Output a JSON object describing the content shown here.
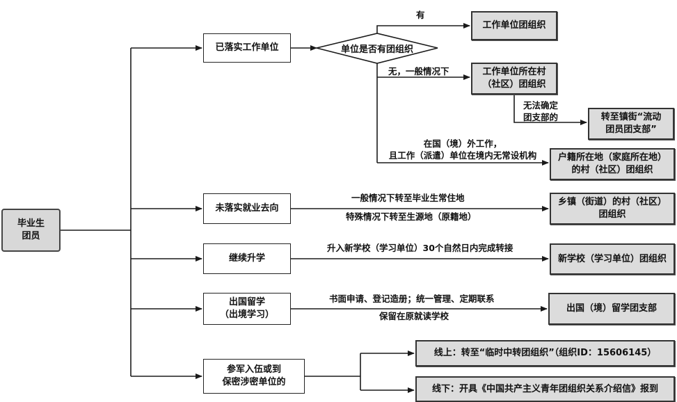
{
  "root": {
    "label_line1": "毕业生",
    "label_line2": "团员"
  },
  "branches": {
    "employed": {
      "label": "已落实工作单位",
      "decision": "单位是否有团组织",
      "yes_label": "有",
      "yes_target": "工作单位团组织",
      "no_label": "无，一般情况下",
      "no_target_line1": "工作单位所在村",
      "no_target_line2": "（社区）团组织",
      "undetermined_label_line1": "无法确定",
      "undetermined_label_line2": "团支部的",
      "undetermined_target_line1": "转至镇街“流动",
      "undetermined_target_line2": "团员团支部”",
      "abroad_label_line1": "在国（境）外工作，",
      "abroad_label_line2": "且工作（派遣）单位在境内无常设机构",
      "abroad_target_line1": "户籍所在地（家庭所在地）",
      "abroad_target_line2": "的村（社区）团组织"
    },
    "unemployed": {
      "label": "未落实就业去向",
      "note_above": "一般情况下转至毕业生常住地",
      "note_below": "特殊情况下转至生源地（原籍地）",
      "target_line1": "乡镇（街道）的村（社区）",
      "target_line2": "团组织"
    },
    "further_study": {
      "label": "继续升学",
      "note": "升入新学校（学习单位）30个自然日内完成转接",
      "target": "新学校（学习单位）团组织"
    },
    "study_abroad": {
      "label_line1": "出国留学",
      "label_line2": "（出境学习）",
      "note_above": "书面申请、登记造册；统一管理、定期联系",
      "note_below": "保留在原就读学校",
      "target": "出国（境）留学团支部"
    },
    "military": {
      "label_line1": "参军入伍或到",
      "label_line2": "保密涉密单位的",
      "online_target": "线上：转至“临时中转团组织”（组织ID：15606145）",
      "offline_target": "线下：开具《中国共产主义青年团组织关系介绍信》报到"
    }
  },
  "colors": {
    "line": "#1a1a1a",
    "target_fill": "#dcdcdc",
    "box_fill": "#ffffff"
  }
}
